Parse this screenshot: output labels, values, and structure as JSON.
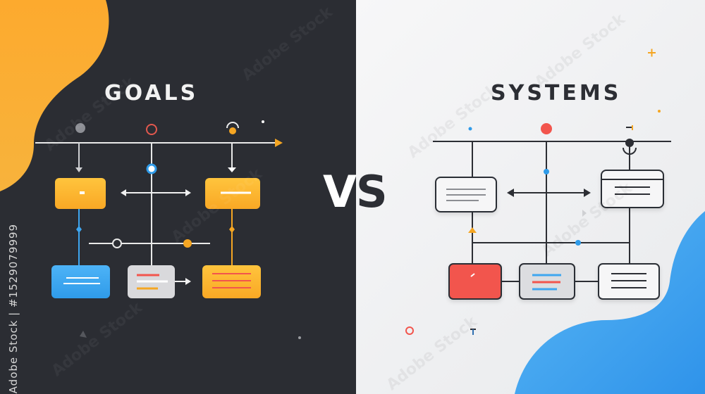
{
  "left_panel": {
    "title": "GOALS"
  },
  "right_panel": {
    "title": "SYSTEMS"
  },
  "center": {
    "v": "V",
    "s": "S"
  },
  "watermark": {
    "stock_id": "Adobe Stock | #1529079999",
    "brand": "Adobe Stock"
  },
  "colors": {
    "dark_bg": "#2b2d33",
    "light_bg": "#f1f1f3",
    "orange": "#fbb03b",
    "blue": "#3ea6f0",
    "red": "#f2554d",
    "gray_box": "#d9d9d9"
  }
}
